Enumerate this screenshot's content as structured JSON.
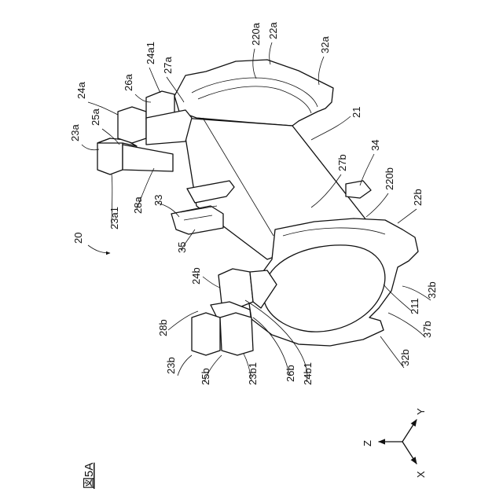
{
  "figure_label": "図5A",
  "reference_numbers": [
    {
      "id": "20",
      "text": "20"
    },
    {
      "id": "21",
      "text": "21"
    },
    {
      "id": "211",
      "text": "211"
    },
    {
      "id": "220a",
      "text": "220a"
    },
    {
      "id": "220b",
      "text": "220b"
    },
    {
      "id": "22a",
      "text": "22a"
    },
    {
      "id": "22b",
      "text": "22b"
    },
    {
      "id": "23a",
      "text": "23a"
    },
    {
      "id": "23a1",
      "text": "23a1"
    },
    {
      "id": "23b",
      "text": "23b"
    },
    {
      "id": "23b1",
      "text": "23b1"
    },
    {
      "id": "24a",
      "text": "24a"
    },
    {
      "id": "24a1",
      "text": "24a1"
    },
    {
      "id": "24b",
      "text": "24b"
    },
    {
      "id": "24b1",
      "text": "24b1"
    },
    {
      "id": "25a",
      "text": "25a"
    },
    {
      "id": "25b",
      "text": "25b"
    },
    {
      "id": "26a",
      "text": "26a"
    },
    {
      "id": "26b",
      "text": "26b"
    },
    {
      "id": "27a",
      "text": "27a"
    },
    {
      "id": "27b",
      "text": "27b"
    },
    {
      "id": "28a",
      "text": "28a"
    },
    {
      "id": "28b",
      "text": "28b"
    },
    {
      "id": "32a",
      "text": "32a"
    },
    {
      "id": "32b_upper",
      "text": "32b"
    },
    {
      "id": "32b_lower",
      "text": "32b"
    },
    {
      "id": "33",
      "text": "33"
    },
    {
      "id": "34",
      "text": "34"
    },
    {
      "id": "35",
      "text": "35"
    },
    {
      "id": "37b",
      "text": "37b"
    }
  ],
  "axes": {
    "x": "X",
    "y": "Y",
    "z": "Z"
  }
}
